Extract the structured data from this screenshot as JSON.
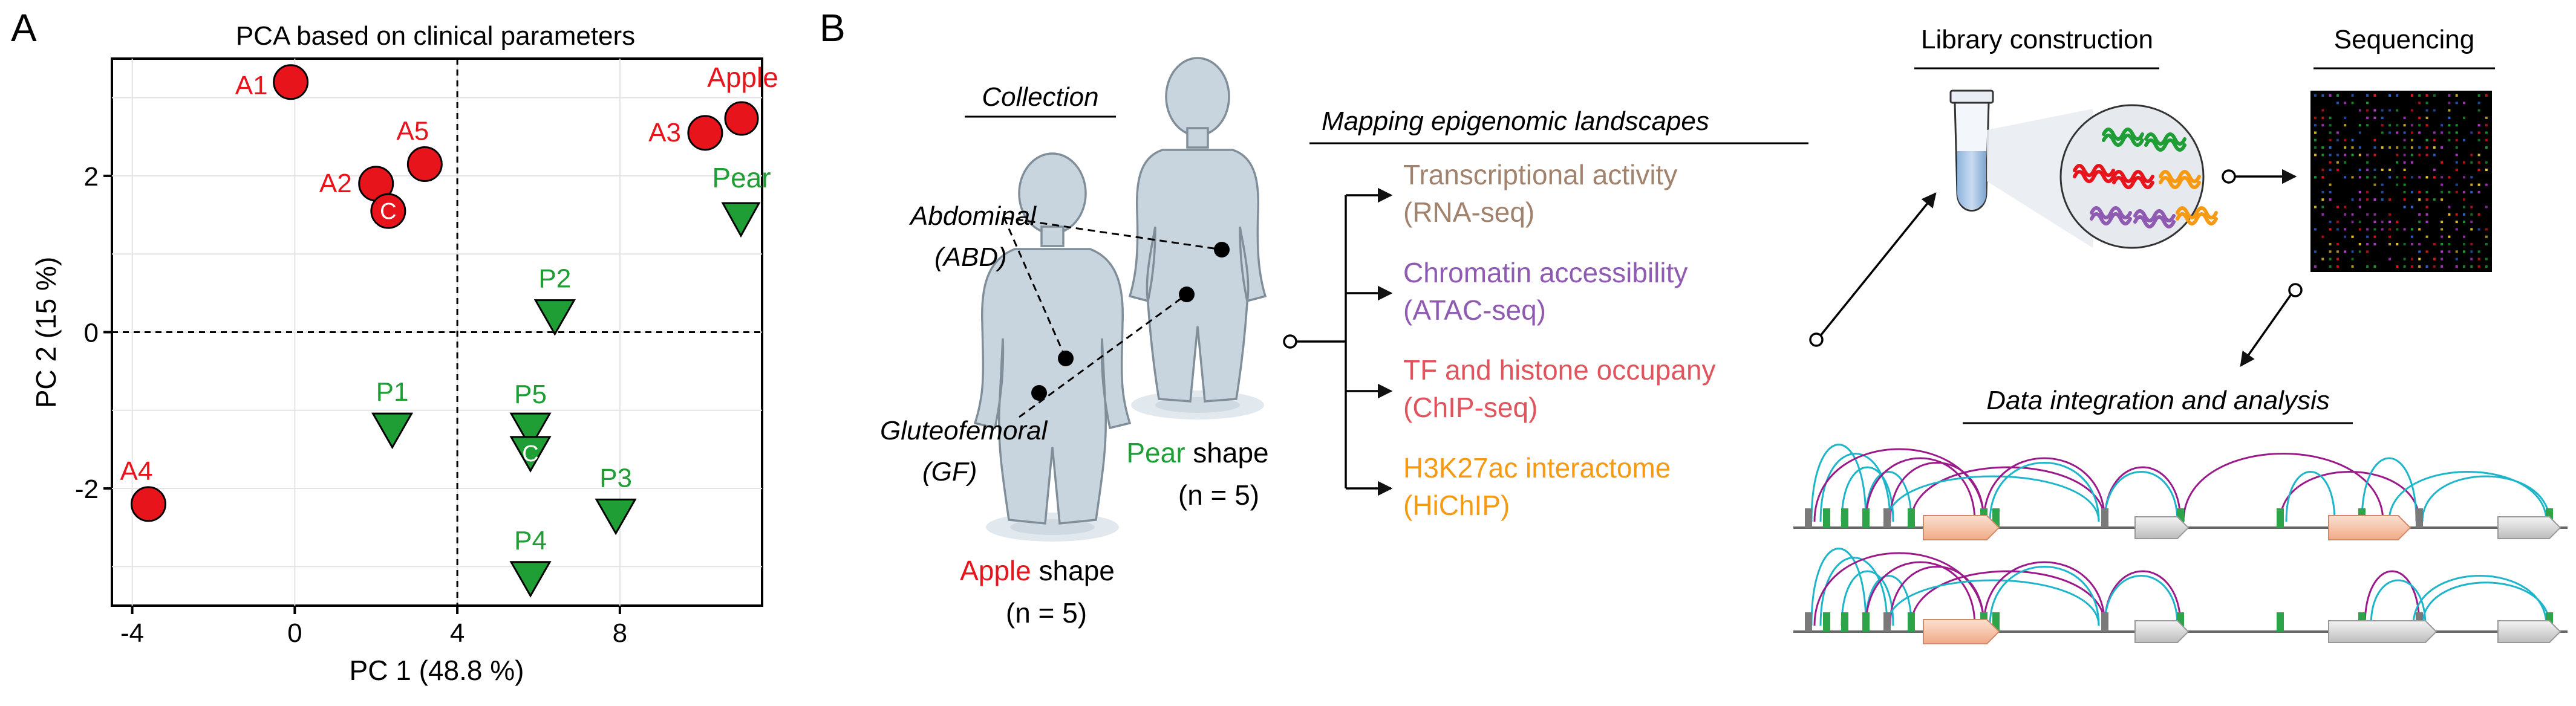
{
  "panel_a": {
    "letter": "A",
    "title": "PCA based on clinical parameters",
    "xlabel": "PC 1 (48.8 %)",
    "ylabel": "PC 2 (15 %)",
    "xticks": [
      "-4",
      "0",
      "4",
      "8"
    ],
    "yticks": [
      "2",
      "0",
      "-2"
    ],
    "legend": {
      "apple": "Apple",
      "pear": "Pear"
    },
    "centroid_label": "C"
  },
  "chart_data": {
    "type": "scatter",
    "title": "PCA based on clinical parameters",
    "xlabel": "PC 1 (48.8 %)",
    "ylabel": "PC 2 (15 %)",
    "xlim": [
      -4.5,
      11.5
    ],
    "ylim": [
      -3.5,
      3.5
    ],
    "xticks": [
      -4,
      0,
      4,
      8
    ],
    "yticks": [
      -2,
      0,
      2
    ],
    "reference_lines": {
      "x": 4,
      "y": 0
    },
    "grid": true,
    "legend_position": "top-right",
    "series": [
      {
        "name": "Apple",
        "color": "#e8141c",
        "marker": "circle",
        "points": [
          {
            "label": "A1",
            "x": -0.1,
            "y": 3.2
          },
          {
            "label": "A2",
            "x": 2.0,
            "y": 1.9
          },
          {
            "label": "A3",
            "x": 10.1,
            "y": 2.55
          },
          {
            "label": "A4",
            "x": -3.6,
            "y": -2.2
          },
          {
            "label": "A5",
            "x": 3.2,
            "y": 2.15
          },
          {
            "label": "C",
            "x": 2.3,
            "y": 1.55,
            "centroid": true
          }
        ]
      },
      {
        "name": "Pear",
        "color": "#1e9e35",
        "marker": "triangle-down",
        "points": [
          {
            "label": "P1",
            "x": 2.4,
            "y": -1.25
          },
          {
            "label": "P2",
            "x": 6.4,
            "y": 0.2
          },
          {
            "label": "P3",
            "x": 7.9,
            "y": -2.35
          },
          {
            "label": "P4",
            "x": 5.8,
            "y": -3.15
          },
          {
            "label": "P5",
            "x": 5.8,
            "y": -1.25
          },
          {
            "label": "C",
            "x": 5.8,
            "y": -1.55,
            "centroid": true
          }
        ]
      }
    ]
  },
  "panel_b": {
    "letter": "B",
    "collection": "Collection",
    "abdominal": "Abdominal",
    "abd_abbr": "(ABD)",
    "gluteofemoral": "Gluteofemoral",
    "gf_abbr": "(GF)",
    "apple_word": "Apple",
    "apple_shape_word": " shape",
    "apple_n": "(n = 5)",
    "pear_word": "Pear",
    "pear_shape_word": " shape",
    "pear_n": "(n = 5)",
    "mapping_title": "Mapping epigenomic landscapes",
    "assays": [
      {
        "title": "Transcriptional activity",
        "method": "(RNA-seq)",
        "color": "#a0826d"
      },
      {
        "title": "Chromatin accessibility",
        "method": "(ATAC-seq)",
        "color": "#8e5ab2"
      },
      {
        "title": "TF and histone occupany",
        "method": "(ChIP-seq)",
        "color": "#e0555d"
      },
      {
        "title": "H3K27ac interactome",
        "method": "(HiChIP)",
        "color": "#f59a12"
      }
    ],
    "library": "Library construction",
    "sequencing": "Sequencing",
    "integration": "Data integration and analysis"
  },
  "colors": {
    "apple_red": "#e8141c",
    "pear_green": "#1e9e35",
    "body_fill": "#c9d5de",
    "body_stroke": "#7f8e99",
    "arc_cyan": "#1cb5c9",
    "arc_magenta": "#9b1a8a",
    "gene_peach": "#f6c5ab"
  }
}
